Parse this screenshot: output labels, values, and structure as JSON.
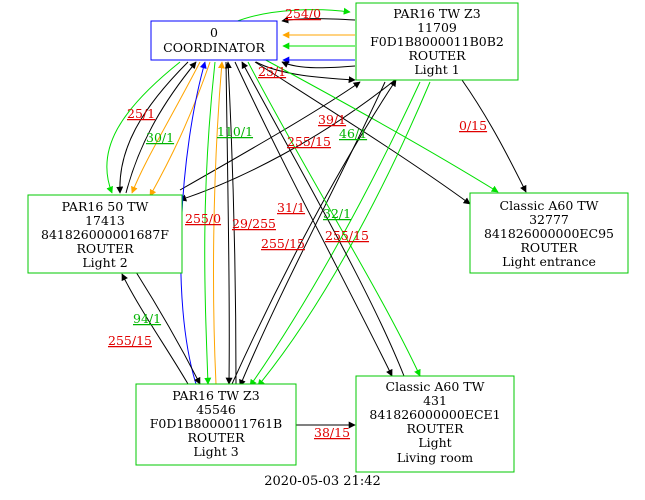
{
  "colors": {
    "coordinator_border": "#0000ff",
    "router_border": "#00c800",
    "label_red": "#e00000",
    "label_green": "#00b400",
    "edge_black": "#000000",
    "edge_green": "#00e000",
    "edge_orange": "#ffa500",
    "edge_blue": "#0000ff"
  },
  "nodes": {
    "coord": {
      "lines": [
        "0",
        "COORDINATOR"
      ]
    },
    "par16z3": {
      "lines": [
        "PAR16 TW Z3",
        "11709",
        "F0D1B8000011B0B2",
        "ROUTER",
        "Light 1"
      ]
    },
    "par1650": {
      "lines": [
        "PAR16 50 TW",
        "17413",
        "841826000001687F",
        "ROUTER",
        "Light 2"
      ]
    },
    "a60_entr": {
      "lines": [
        "Classic A60 TW",
        "32777",
        "841826000000EC95",
        "ROUTER",
        "Light entrance"
      ]
    },
    "par16l3": {
      "lines": [
        "PAR16 TW Z3",
        "45546",
        "F0D1B8000011761B",
        "ROUTER",
        "Light 3"
      ]
    },
    "a60_liv": {
      "lines": [
        "Classic A60 TW",
        "431",
        "841826000000ECE1",
        "ROUTER",
        "Light",
        "Living room"
      ]
    }
  },
  "edge_labels": {
    "l254_0": "254/0",
    "l25_1_top": "25/1",
    "l25_1_left": "25/1",
    "l30_1": "30/1",
    "l110_1": "110/1",
    "l39_1": "39/1",
    "l46_1": "46/1",
    "l255_15_a": "255/15",
    "l0_15": "0/15",
    "l255_0": "255/0",
    "l29_255": "29/255",
    "l31_1": "31/1",
    "l32_1": "32/1",
    "l255_15_b": "255/15",
    "l255_15_c": "255/15",
    "l94_1": "94/1",
    "l255_15_d": "255/15",
    "l38_15": "38/15"
  },
  "footer": {
    "timestamp": "2020-05-03 21:42"
  }
}
